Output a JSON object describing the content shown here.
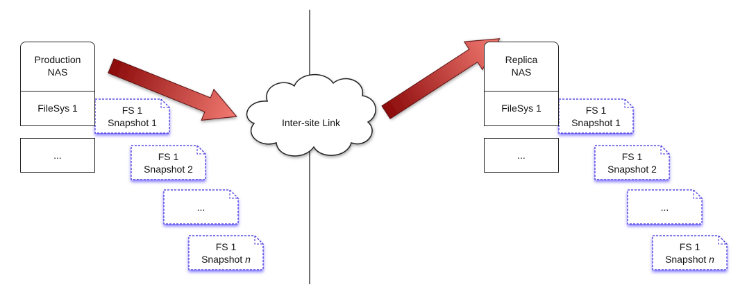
{
  "production": {
    "title_line1": "Production",
    "title_line2": "NAS",
    "filesys": "FileSys 1",
    "more": "..."
  },
  "replica": {
    "title_line1": "Replica",
    "title_line2": "NAS",
    "filesys": "FileSys 1",
    "more": "..."
  },
  "link": {
    "label": "Inter-site Link"
  },
  "snapshots": [
    {
      "line1": "FS 1",
      "line2": "Snapshot 1"
    },
    {
      "line1": "FS 1",
      "line2": "Snapshot 2"
    },
    {
      "line1": "",
      "line2": "..."
    },
    {
      "line1": "FS 1",
      "line2": "Snapshot ",
      "italic": "n"
    }
  ],
  "colors": {
    "arrow_dark": "#8b0a0a",
    "arrow_light": "#f27a72",
    "snapshot_border": "#3a2bd6",
    "snapshot_glow": "#6b5cff"
  }
}
